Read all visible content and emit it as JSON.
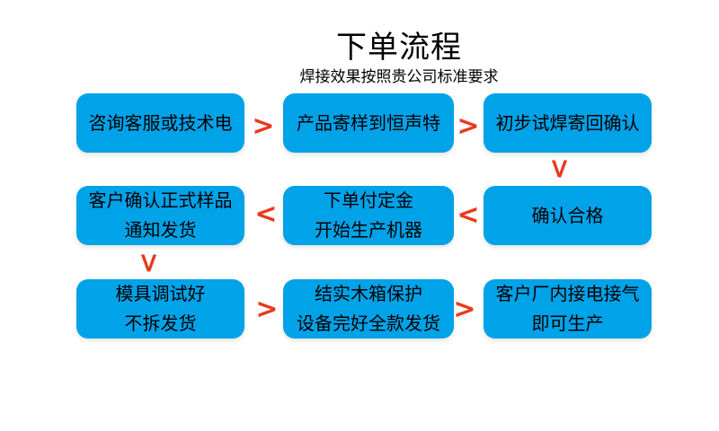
{
  "header": {
    "title": "下单流程",
    "subtitle": "焊接效果按照贵公司标准要求"
  },
  "colors": {
    "box_blue": "#00A2E8",
    "arrow_red": "#E8391D",
    "text_black": "#000000",
    "background": "#FFFFFF"
  },
  "flow": {
    "arrow_glyphs": {
      "right": ">",
      "left": "<",
      "down": ">"
    },
    "steps": [
      {
        "lines": [
          "咨询客服或技术电"
        ]
      },
      {
        "lines": [
          "产品寄样到恒声特"
        ]
      },
      {
        "lines": [
          "初步试焊寄回确认"
        ]
      },
      {
        "lines": [
          "确认合格"
        ]
      },
      {
        "lines": [
          "下单付定金",
          "开始生产机器"
        ]
      },
      {
        "lines": [
          "客户确认正式样品",
          "通知发货"
        ]
      },
      {
        "lines": [
          "模具调试好",
          "不拆发货"
        ]
      },
      {
        "lines": [
          "结实木箱保护",
          "设备完好全款发货"
        ]
      },
      {
        "lines": [
          "客户厂内接电接气",
          "即可生产"
        ]
      }
    ]
  }
}
